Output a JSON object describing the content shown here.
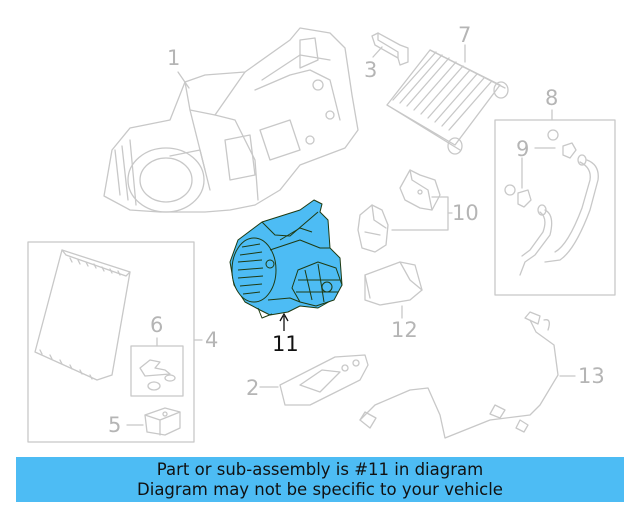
{
  "diagram": {
    "highlight_color": "#4dbcf4",
    "line_color": "#c8c8c8",
    "highlighted_part": "11",
    "callouts": [
      {
        "id": "1",
        "label": "1"
      },
      {
        "id": "2",
        "label": "2"
      },
      {
        "id": "3",
        "label": "3"
      },
      {
        "id": "4",
        "label": "4"
      },
      {
        "id": "5",
        "label": "5"
      },
      {
        "id": "6",
        "label": "6"
      },
      {
        "id": "7",
        "label": "7"
      },
      {
        "id": "8",
        "label": "8"
      },
      {
        "id": "9",
        "label": "9"
      },
      {
        "id": "10",
        "label": "10"
      },
      {
        "id": "11",
        "label": "11"
      },
      {
        "id": "12",
        "label": "12"
      },
      {
        "id": "13",
        "label": "13"
      }
    ]
  },
  "banner": {
    "line1": "Part or sub-assembly is #11 in diagram",
    "line2": "Diagram may not be specific to your vehicle",
    "background": "#4dbcf4"
  }
}
